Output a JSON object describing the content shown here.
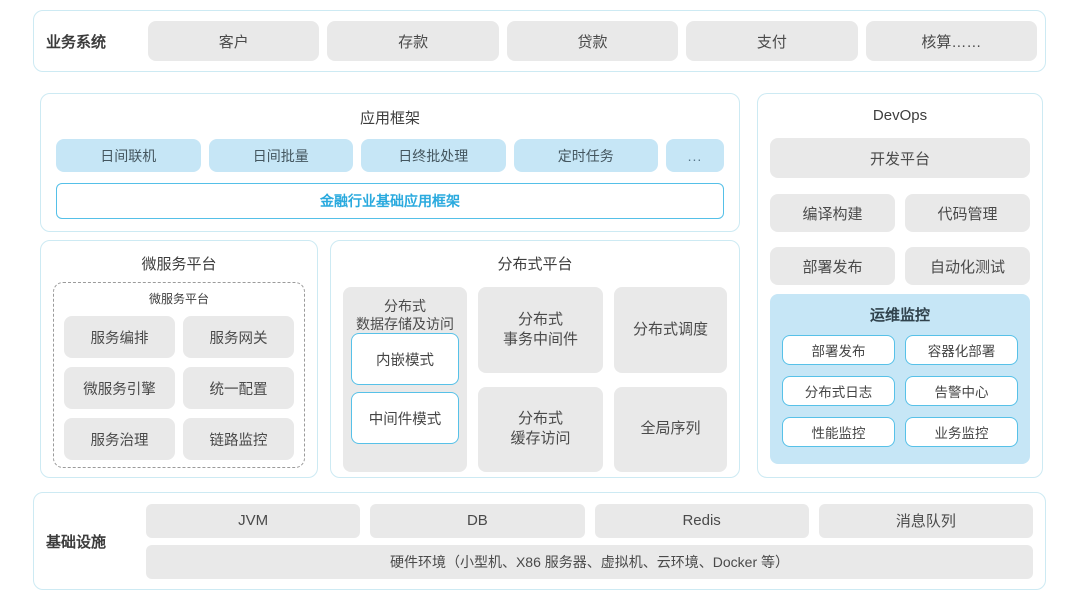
{
  "colors": {
    "panel_border": "#cdeaf3",
    "blue_box_bg": "#c6e6f6",
    "gray_box_bg": "#e9e9e9",
    "accent_border": "#55c0e8",
    "accent_text": "#2aaade",
    "text_dark": "#454545"
  },
  "business_systems": {
    "label": "业务系统",
    "items": [
      "客户",
      "存款",
      "贷款",
      "支付",
      "核算……"
    ]
  },
  "app_framework": {
    "title": "应用框架",
    "items": [
      "日间联机",
      "日间批量",
      "日终批处理",
      "定时任务",
      "..."
    ],
    "base": "金融行业基础应用框架"
  },
  "devops": {
    "title": "DevOps",
    "full_item": "开发平台",
    "items": [
      "编译构建",
      "代码管理",
      "部署发布",
      "自动化测试"
    ],
    "monitor": {
      "title": "运维监控",
      "items": [
        "部署发布",
        "容器化部署",
        "分布式日志",
        "告警中心",
        "性能监控",
        "业务监控"
      ]
    }
  },
  "microservice": {
    "title": "微服务平台",
    "inner_title": "微服务平台",
    "items": [
      "服务编排",
      "服务网关",
      "微服务引擎",
      "统一配置",
      "服务治理",
      "链路监控"
    ]
  },
  "distributed": {
    "title": "分布式平台",
    "storage": {
      "title": "分布式\n数据存储及访问",
      "modes": [
        "内嵌模式",
        "中间件模式"
      ]
    },
    "cells": [
      "分布式\n事务中间件",
      "分布式\n缓存访问",
      "分布式调度",
      "全局序列"
    ]
  },
  "infrastructure": {
    "label": "基础设施",
    "items": [
      "JVM",
      "DB",
      "Redis",
      "消息队列"
    ],
    "hardware": "硬件环境（小型机、X86 服务器、虚拟机、云环境、Docker 等）"
  }
}
